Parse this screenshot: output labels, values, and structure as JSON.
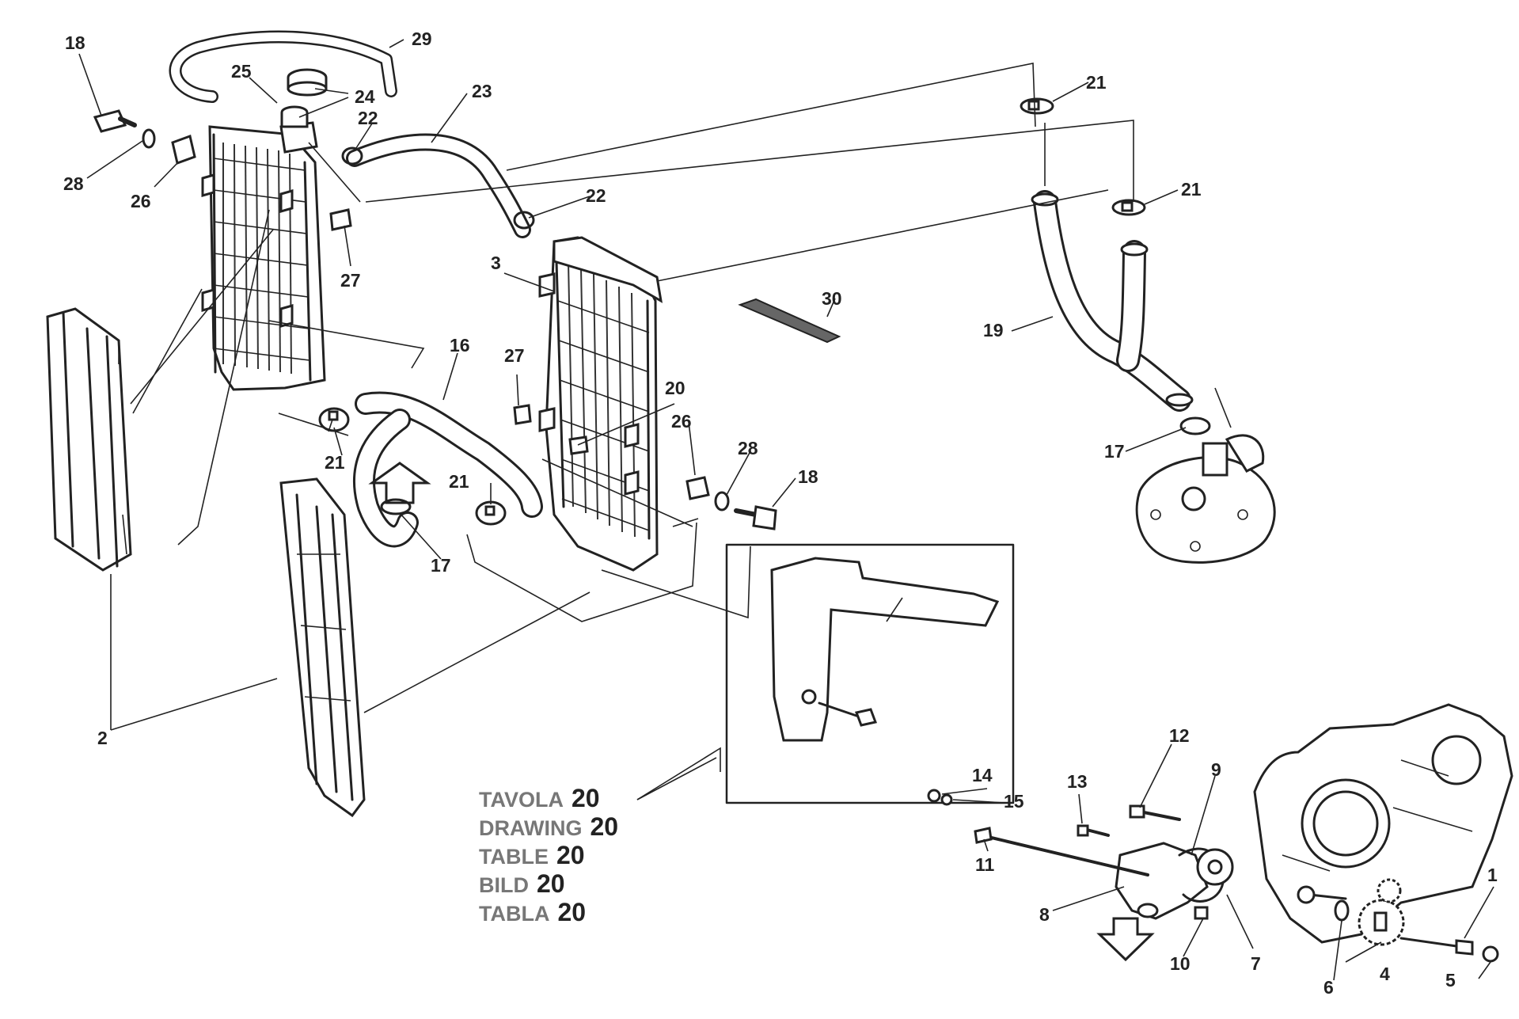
{
  "labels": {
    "l1": "1",
    "l2": "2",
    "l3": "3",
    "l4": "4",
    "l5": "5",
    "l6": "6",
    "l7": "7",
    "l8": "8",
    "l9": "9",
    "l10": "10",
    "l11": "11",
    "l12": "12",
    "l13": "13",
    "l14": "14",
    "l15": "15",
    "l16": "16",
    "l17a": "17",
    "l17b": "17",
    "l18a": "18",
    "l18b": "18",
    "l19": "19",
    "l20": "20",
    "l21a": "21",
    "l21b": "21",
    "l21c": "21",
    "l21d": "21",
    "l22a": "22",
    "l22b": "22",
    "l23": "23",
    "l24": "24",
    "l25": "25",
    "l26a": "26",
    "l26b": "26",
    "l27a": "27",
    "l27b": "27",
    "l28a": "28",
    "l28b": "28",
    "l29": "29",
    "l30": "30"
  },
  "reference": [
    {
      "word": "TAVOLA",
      "num": "20"
    },
    {
      "word": "DRAWING",
      "num": "20"
    },
    {
      "word": "TABLE",
      "num": "20"
    },
    {
      "word": "BILD",
      "num": "20"
    },
    {
      "word": "TABLA",
      "num": "20"
    }
  ]
}
